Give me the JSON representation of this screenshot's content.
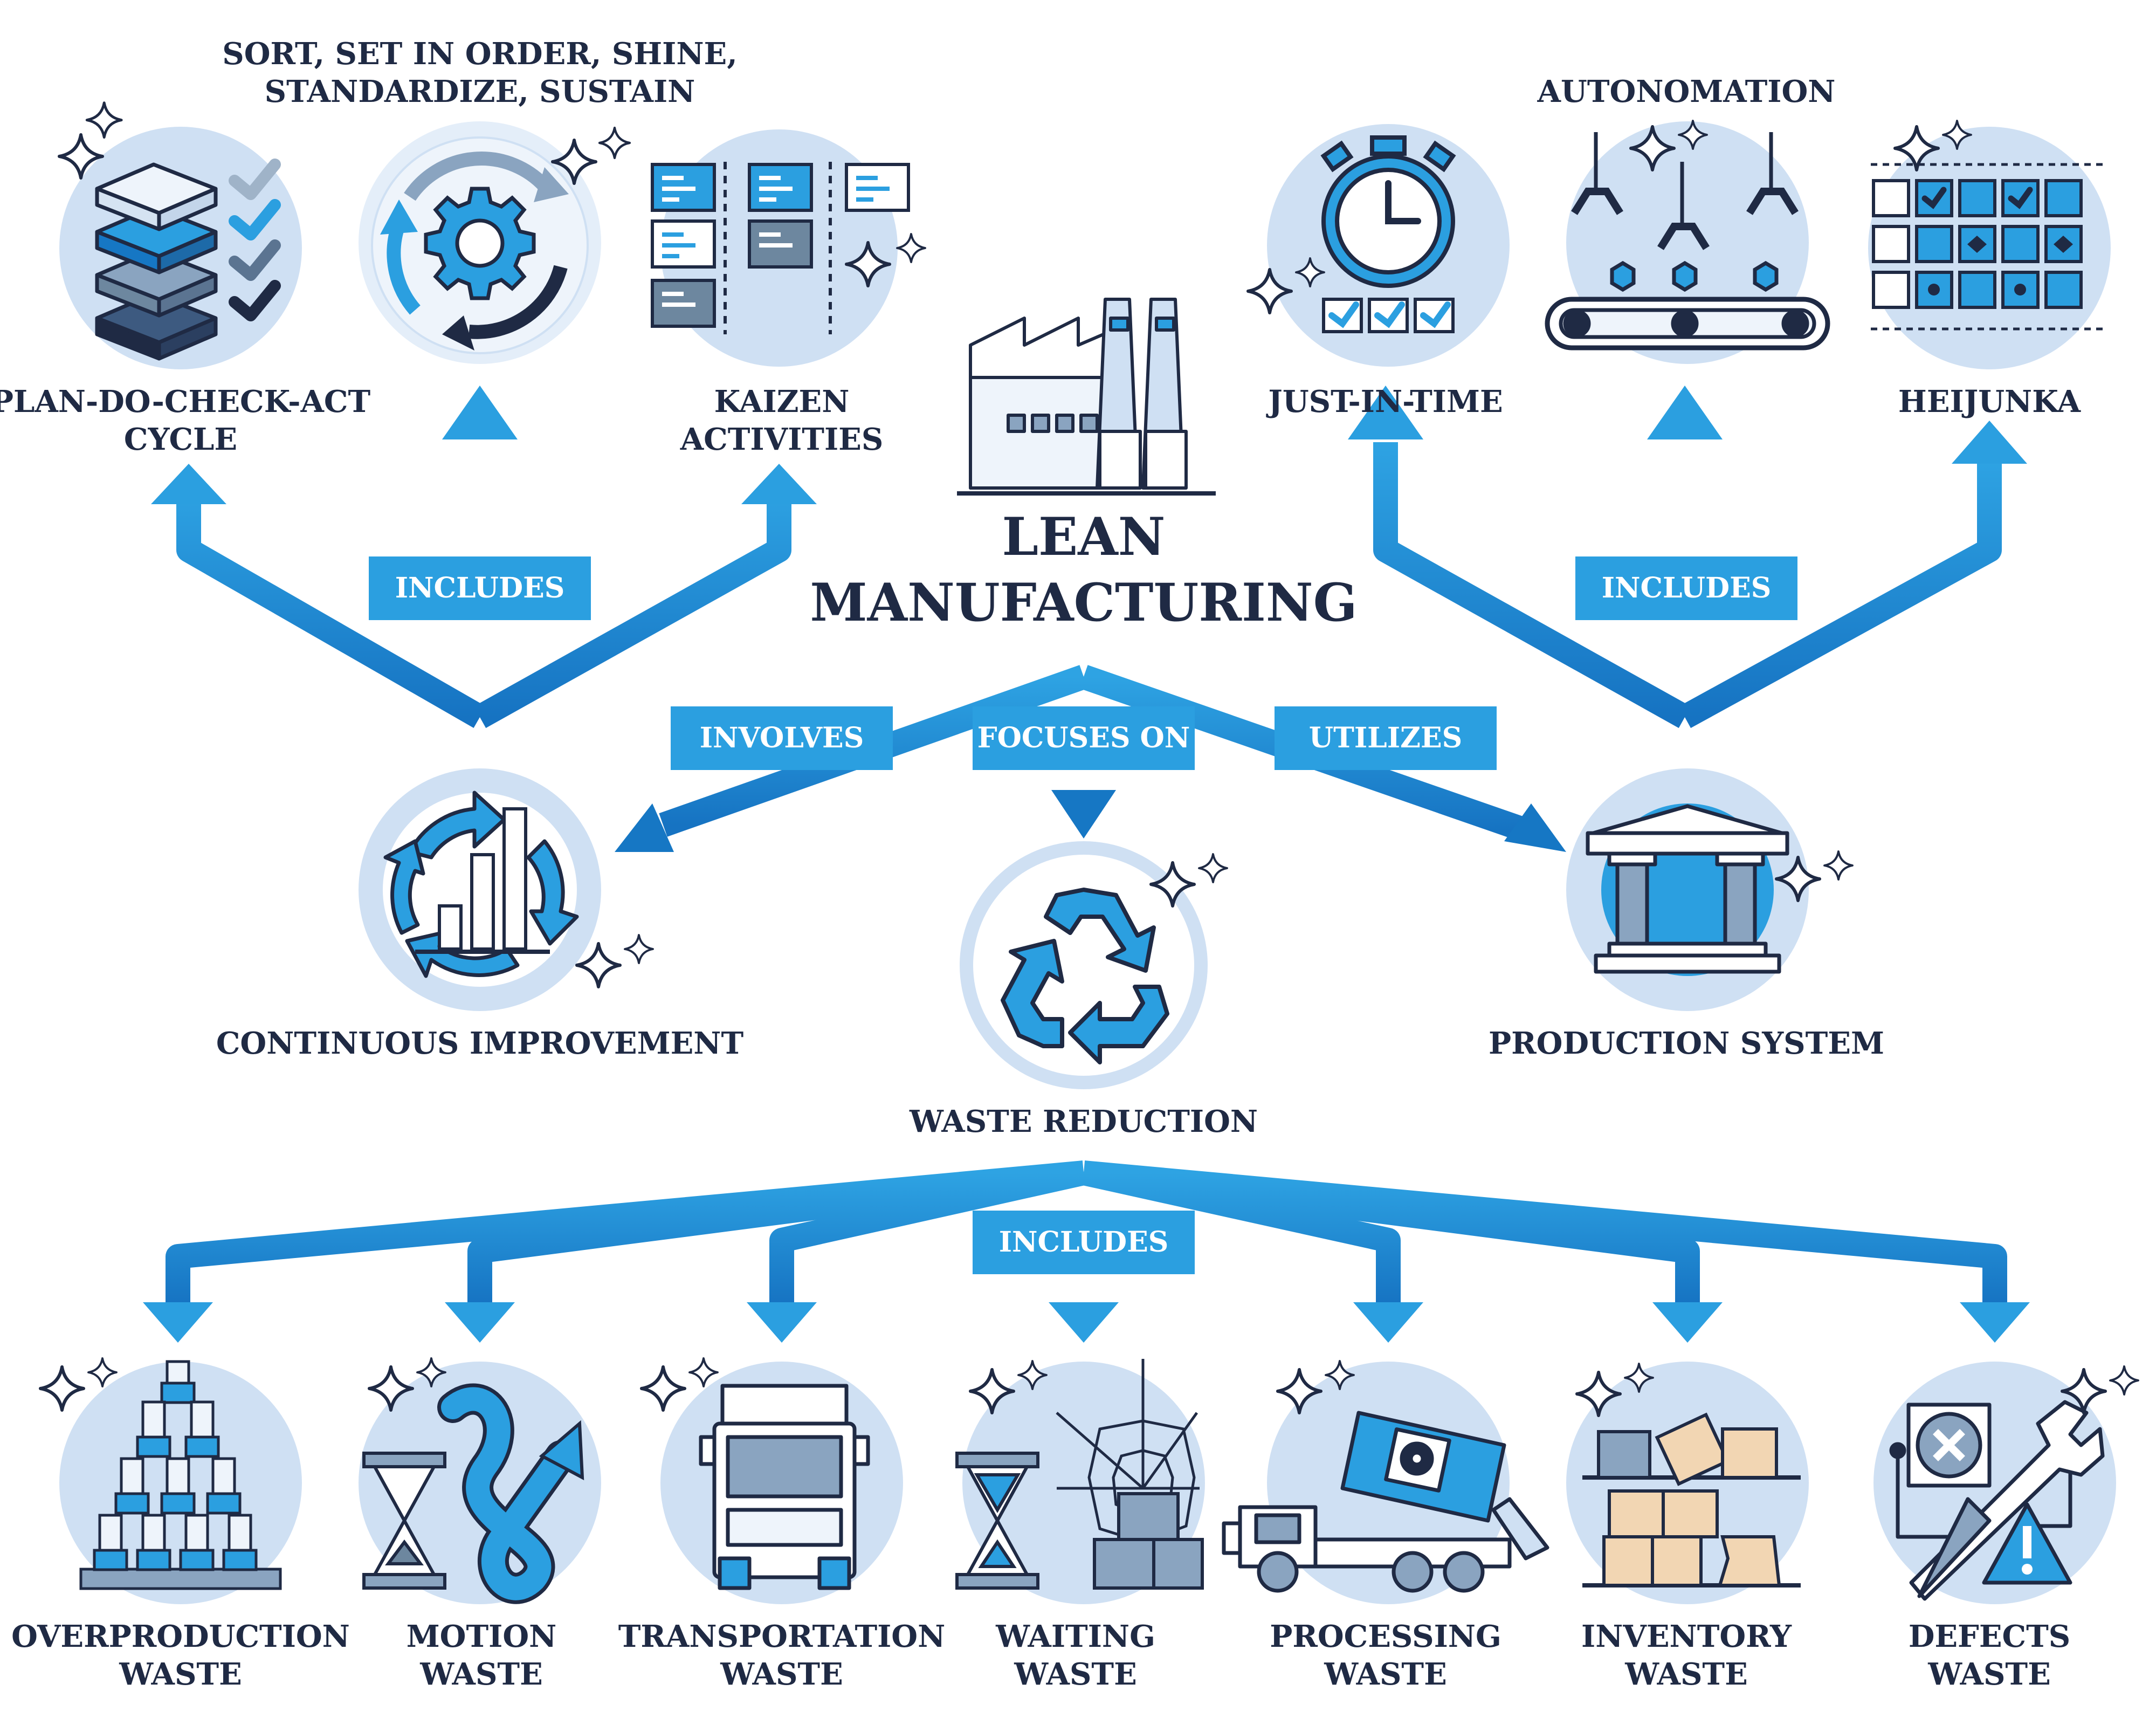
{
  "title": {
    "line1": "LEAN",
    "line2": "MANUFACTURING"
  },
  "relations": {
    "involves": "INVOLVES",
    "focuses_on": "FOCUSES ON",
    "utilizes": "UTILIZES",
    "includes_left": "INCLUDES",
    "includes_right": "INCLUDES",
    "includes_bottom": "INCLUDES"
  },
  "branches": {
    "continuous_improvement": "CONTINUOUS IMPROVEMENT",
    "waste_reduction": "WASTE REDUCTION",
    "production_system": "PRODUCTION SYSTEM"
  },
  "ci_items": {
    "pdca": {
      "line1": "PLAN-DO-CHECK-ACT",
      "line2": "CYCLE"
    },
    "five_s": {
      "line1": "SORT, SET IN ORDER, SHINE,",
      "line2": "STANDARDIZE, SUSTAIN"
    },
    "kaizen": {
      "line1": "KAIZEN",
      "line2": "ACTIVITIES"
    }
  },
  "ps_items": {
    "jit": "JUST-IN-TIME",
    "autonomation": "AUTONOMATION",
    "heijunka": "HEIJUNKA"
  },
  "wastes": [
    {
      "line1": "OVERPRODUCTION",
      "line2": "WASTE"
    },
    {
      "line1": "MOTION",
      "line2": "WASTE"
    },
    {
      "line1": "TRANSPORTATION",
      "line2": "WASTE"
    },
    {
      "line1": "WAITING",
      "line2": "WASTE"
    },
    {
      "line1": "PROCESSING",
      "line2": "WASTE"
    },
    {
      "line1": "INVENTORY",
      "line2": "WASTE"
    },
    {
      "line1": "DEFECTS",
      "line2": "WASTE"
    }
  ],
  "colors": {
    "dark": "#1f2a44",
    "blue": "#2b9fe0",
    "deep_blue": "#1677c4",
    "pale": "#cfe0f3",
    "light": "#e4eef9"
  }
}
